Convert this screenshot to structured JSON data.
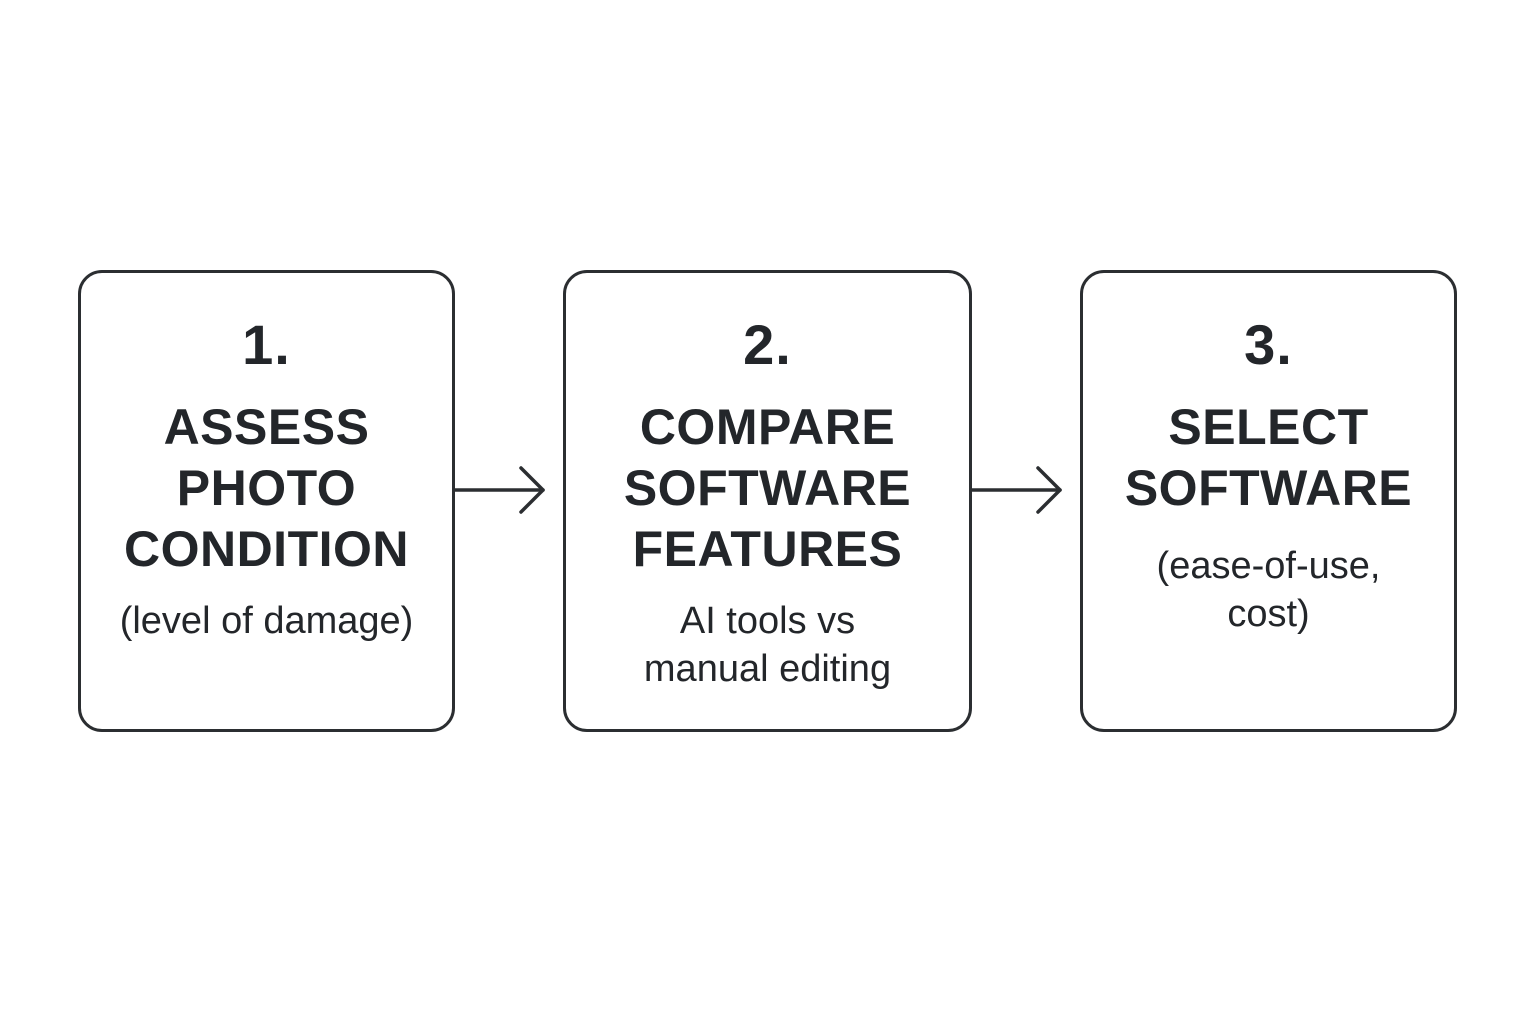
{
  "steps": [
    {
      "number": "1.",
      "title": "ASSESS\nPHOTO\nCONDITION",
      "note": "(level of damage)"
    },
    {
      "number": "2.",
      "title": "COMPARE\nSOFTWARE\nFEATURES",
      "note": "AI tools vs\nmanual editing"
    },
    {
      "number": "3.",
      "title": "SELECT\nSOFTWARE",
      "note": "(ease-of-use,\ncost)"
    }
  ],
  "colors": {
    "stroke": "#2b2e31",
    "text": "#23262a",
    "background": "#ffffff"
  }
}
